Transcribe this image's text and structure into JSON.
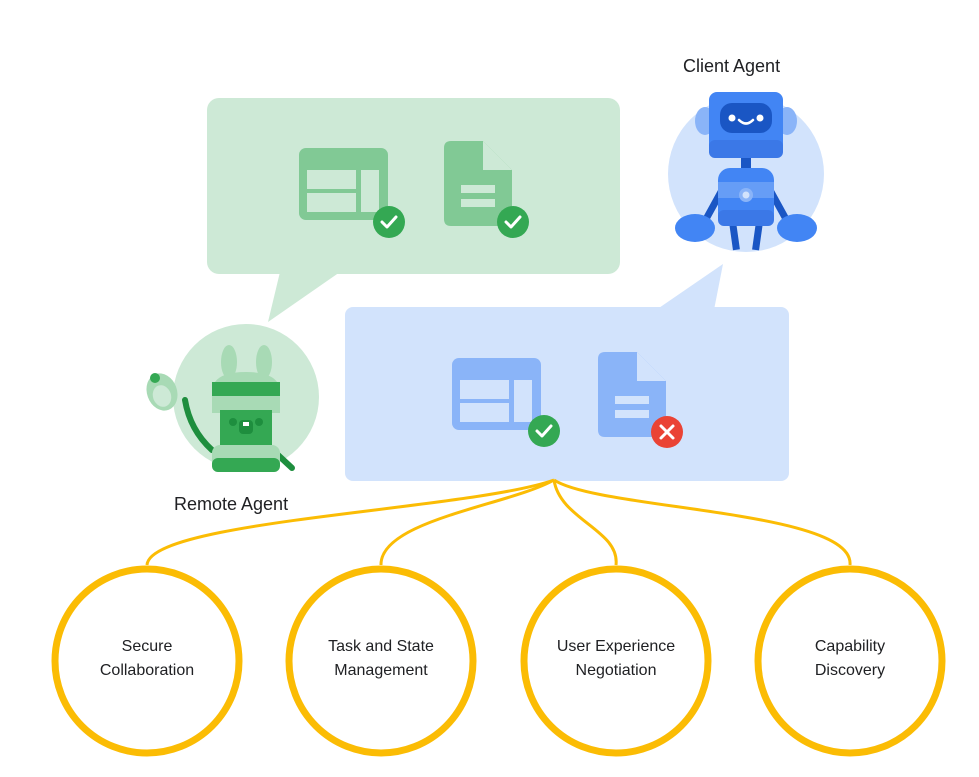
{
  "agents": {
    "client": {
      "label": "Client Agent",
      "color": "#4285f4"
    },
    "remote": {
      "label": "Remote Agent",
      "color": "#34a853"
    }
  },
  "messages": {
    "remote_bubble": {
      "items": [
        {
          "icon": "table-layout-icon",
          "status": "check"
        },
        {
          "icon": "document-icon",
          "status": "check"
        }
      ]
    },
    "client_bubble": {
      "items": [
        {
          "icon": "table-layout-icon",
          "status": "check"
        },
        {
          "icon": "document-icon",
          "status": "error"
        }
      ]
    }
  },
  "capabilities": [
    {
      "line1": "Secure",
      "line2": "Collaboration"
    },
    {
      "line1": "Task and State",
      "line2": "Management"
    },
    {
      "line1": "User Experience",
      "line2": "Negotiation"
    },
    {
      "line1": "Capability",
      "line2": "Discovery"
    }
  ],
  "colors": {
    "green_bubble": "#cde9d6",
    "green_icon": "#81c995",
    "blue_bubble": "#d2e3fc",
    "blue_icon": "#8ab4f8",
    "check": "#34a853",
    "error": "#ea4335",
    "connector": "#fbbc04"
  }
}
